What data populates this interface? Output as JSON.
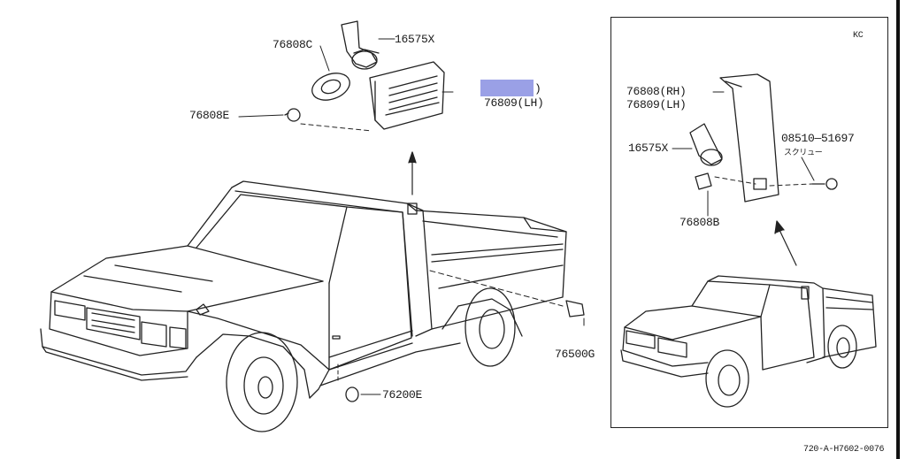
{
  "labels": {
    "p_76808C": "76808C",
    "p_16575X_top": "16575X",
    "p_76808E": "76808E",
    "p_76809LH_main": "76809(LH)",
    "p_76808RH_hidden": ")",
    "p_76808RH_inset": "76808(RH)",
    "p_76809LH_inset": "76809(LH)",
    "p_16575X_inset": "16575X",
    "p_08510": "08510—51697",
    "p_screw_jp": "スクリュー",
    "p_76808B": "76808B",
    "p_76500G": "76500G",
    "p_76200E": "76200E",
    "inset_code": "KC",
    "drawing_number": "720-A-H7602-0076"
  },
  "highlight": {
    "color": "#8f96e3"
  }
}
